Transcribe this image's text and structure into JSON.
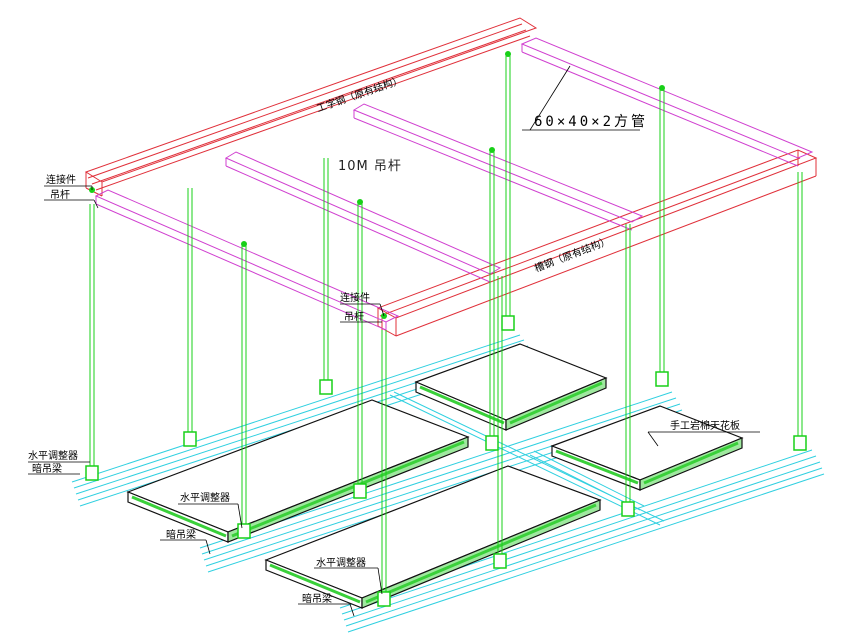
{
  "labels": {
    "i_beam": "工字钢（原有结构）",
    "channel": "槽钢（原有结构）",
    "square_tube": "60×40×2方管",
    "rod_10m": "10M 吊杆",
    "connector_left": "连接件",
    "rod_left": "吊杆",
    "connector_mid": "连接件",
    "rod_mid": "吊杆",
    "leveler_1": "水平调整器",
    "hidden_beam_1": "暗吊梁",
    "leveler_2": "水平调整器",
    "hidden_beam_2": "暗吊梁",
    "leveler_3": "水平调整器",
    "hidden_beam_3": "暗吊梁",
    "ceiling_panel": "手工岩棉天花板"
  },
  "colors": {
    "structure": "#e0303a",
    "tube": "#d040d0",
    "rod": "#18d018",
    "rail": "#30d0e0",
    "panel": "#111111",
    "panel_edge": "#3ad03a"
  }
}
